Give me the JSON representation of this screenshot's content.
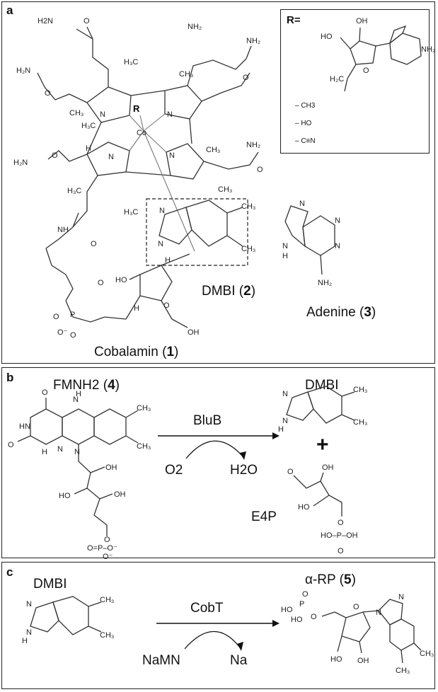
{
  "panel_a": {
    "label": "a",
    "r_box": {
      "title": "R=",
      "items": [
        "– CH3",
        "– HO",
        "– C≡N"
      ]
    },
    "center_atom": "Co",
    "axial_group": "R",
    "compounds": [
      {
        "name": "DMBI",
        "number": "2"
      },
      {
        "name": "Adenine",
        "number": "3"
      },
      {
        "name": "Cobalamin",
        "number": "1"
      }
    ],
    "atom_labels": [
      "H2N",
      "NH2",
      "H3C",
      "CH3",
      "N",
      "H",
      "HO",
      "OH",
      "O",
      "P"
    ]
  },
  "panel_b": {
    "label": "b",
    "substrate": {
      "name": "FMNH2",
      "number": "4"
    },
    "product": "DMBI",
    "enzyme": "BluB",
    "cosubstrate": "O2",
    "coproduct": "H2O",
    "plus": "+",
    "side_product": "E4P"
  },
  "panel_c": {
    "label": "c",
    "substrate": "DMBI",
    "enzyme": "CobT",
    "cosubstrate": "NaMN",
    "coproduct": "Na",
    "product": {
      "name": "α-RP",
      "number": "5"
    }
  }
}
